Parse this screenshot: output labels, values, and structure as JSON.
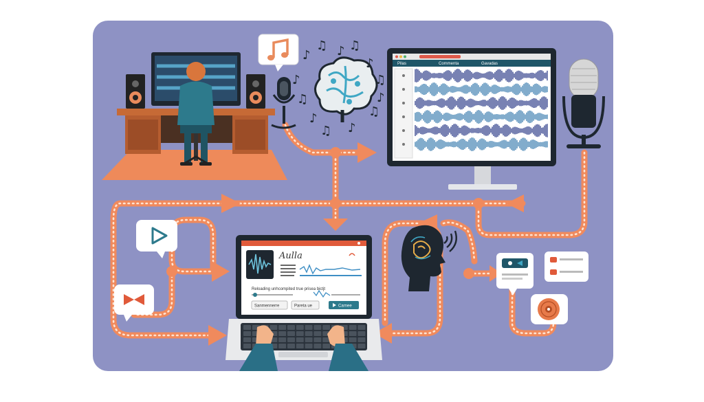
{
  "colors": {
    "background_panel": "#8e92c4",
    "path": "#f08a5d",
    "path_dots": "#fde4d3",
    "screen_frame": "#1e2730",
    "waveform": "#2f3e8a",
    "waveform_light": "#3e7fb0",
    "desk": "#b55d30",
    "rug": "#ee8a5a",
    "shirt": "#2d7a8c",
    "hair": "#d9763c",
    "skin": "#f2b48a",
    "sleeve": "#2a6f86"
  },
  "icons": [
    "music-note-icon",
    "brain-icon",
    "play-icon",
    "bowtie-icon",
    "microphone-icon",
    "head-profile-icon",
    "sound-waves-icon",
    "cd-disc-icon",
    "settings-card-icon"
  ],
  "laptop": {
    "app_title": "Aulla",
    "status_line": "Reloading unhcompited true prisea bictjt",
    "button_left": "Sanmennerre",
    "button_middle": "Pareta ue",
    "button_right": "Carnee"
  },
  "monitor": {
    "column_1": "Pilas",
    "column_2": "Commenta",
    "column_3": "Gavadas",
    "row_count_label": ""
  }
}
